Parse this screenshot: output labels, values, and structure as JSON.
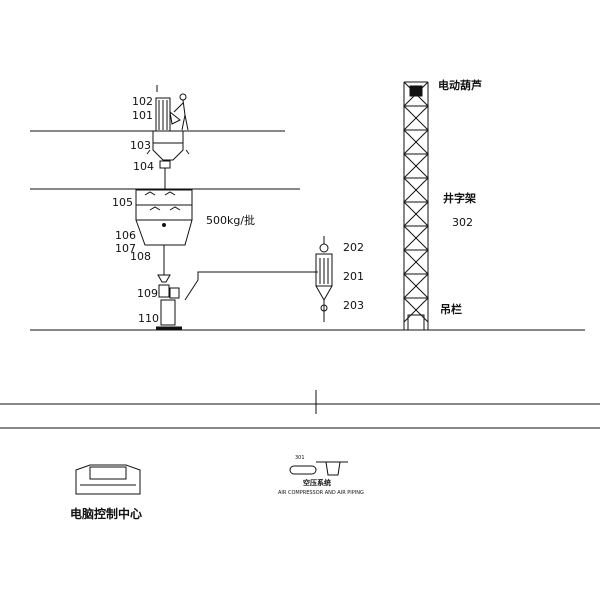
{
  "labels": {
    "l102": "102",
    "l101": "101",
    "l103": "103",
    "l104": "104",
    "l105": "105",
    "l106": "106",
    "l107": "107",
    "l108": "108",
    "l109": "109",
    "l110": "110",
    "capacity": "500kg/批",
    "l202": "202",
    "l201": "201",
    "l203": "203",
    "hoist": "电动葫芦",
    "frame": "井字架",
    "l302": "302",
    "rail": "吊栏",
    "control": "电脑控制中心",
    "l301": "301",
    "air_cn": "空压系统",
    "air_en": "AIR COMPRESSOR AND AIR PIPING"
  },
  "colors": {
    "line": "#111111",
    "background": "#ffffff"
  }
}
